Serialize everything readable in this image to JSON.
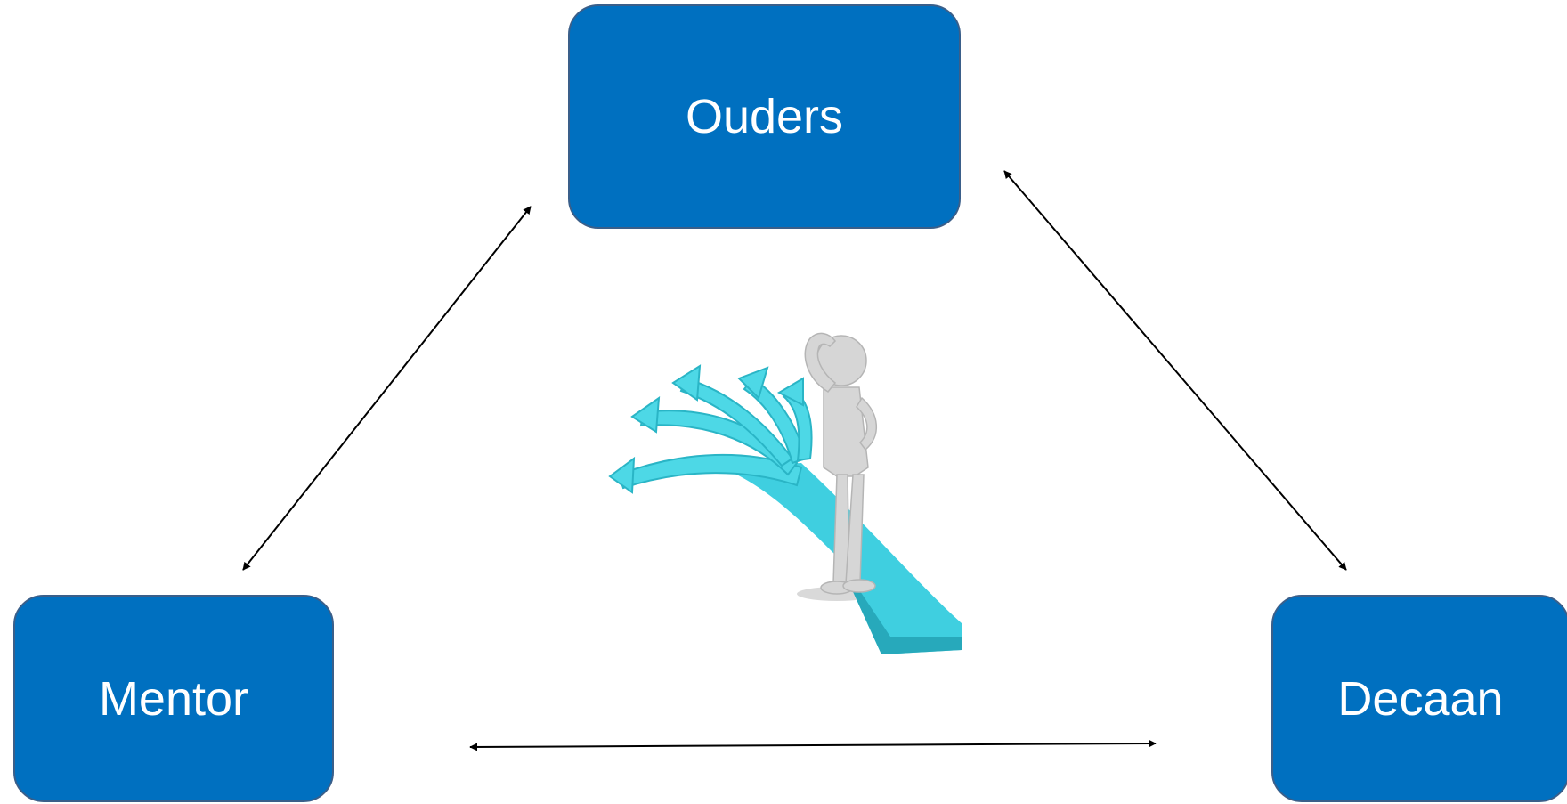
{
  "nodes": {
    "ouders": "Ouders",
    "mentor": "Mentor",
    "decaan": "Decaan"
  },
  "colors": {
    "node_fill": "#0070c0",
    "node_border": "#3a5f8a",
    "node_text": "#ffffff",
    "connector": "#000000",
    "path_arrows": "#4dd8e6",
    "figure": "#d6d6d6"
  },
  "connectors": [
    {
      "from": "mentor",
      "to": "ouders",
      "bidirectional": true
    },
    {
      "from": "ouders",
      "to": "decaan",
      "bidirectional": true
    },
    {
      "from": "mentor",
      "to": "decaan",
      "bidirectional": true
    }
  ],
  "illustration": "thinking-person-at-crossroads-icon"
}
